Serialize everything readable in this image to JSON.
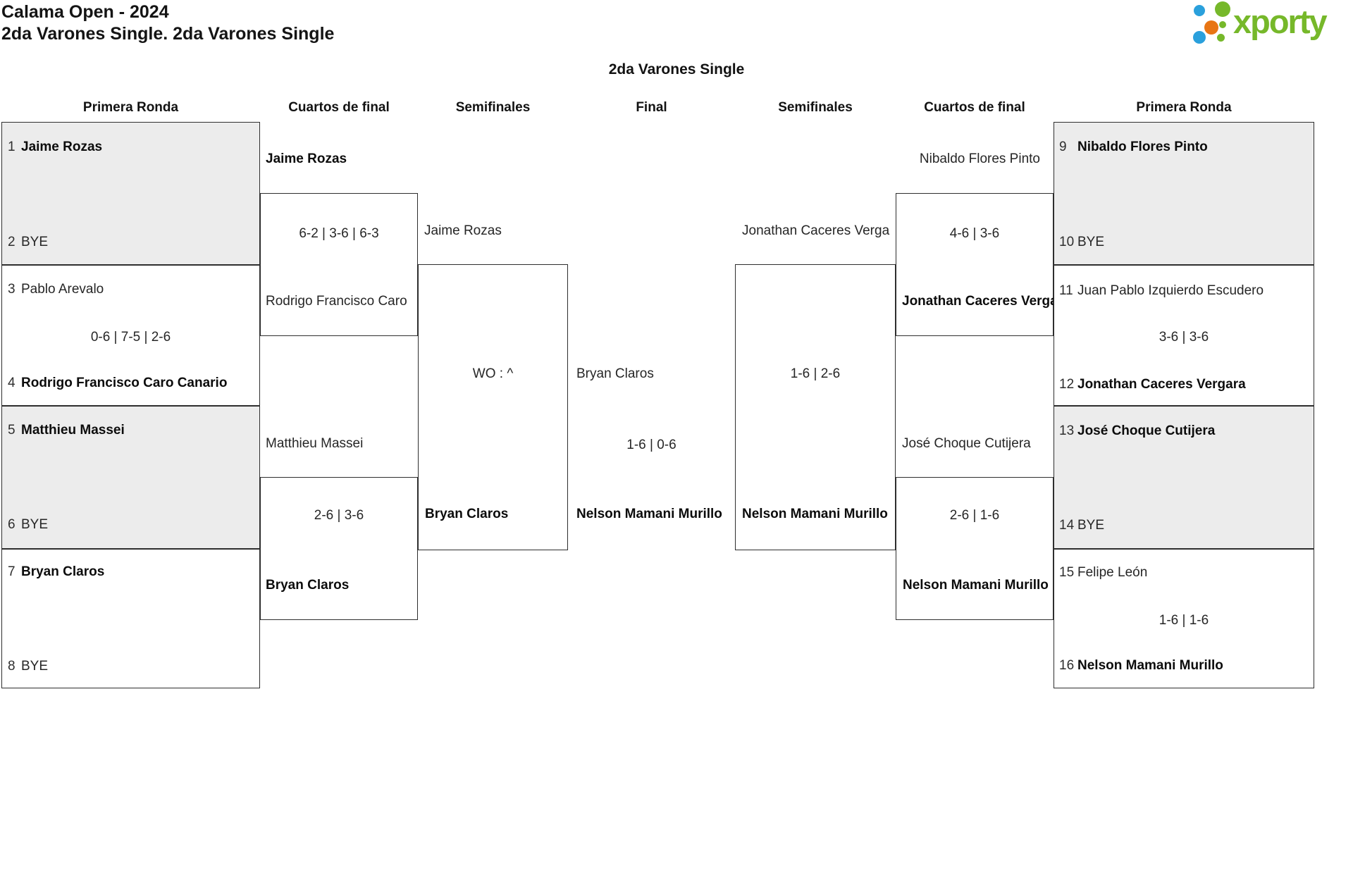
{
  "header": {
    "title": "Calama Open - 2024",
    "subtitle": "2da Varones Single. 2da Varones Single"
  },
  "logo": {
    "text": "xporty",
    "green": "#76b82a",
    "blue": "#2aa0dc",
    "orange": "#e87514"
  },
  "bracket_title": "2da Varones Single",
  "rounds": [
    "Primera Ronda",
    "Cuartos de final",
    "Semifinales",
    "Final",
    "Semifinales",
    "Cuartos de final",
    "Primera Ronda"
  ],
  "fr_left": [
    {
      "s1": "1",
      "p1": "Jaime Rozas",
      "s2": "2",
      "p2": "BYE",
      "score": ""
    },
    {
      "s1": "3",
      "p1": "Pablo Arevalo",
      "s2": "4",
      "p2": "Rodrigo Francisco Caro Canario",
      "score": "0-6 | 7-5 | 2-6"
    },
    {
      "s1": "5",
      "p1": "Matthieu Massei",
      "s2": "6",
      "p2": "BYE",
      "score": ""
    },
    {
      "s1": "7",
      "p1": "Bryan Claros",
      "s2": "8",
      "p2": "BYE",
      "score": ""
    }
  ],
  "fr_right": [
    {
      "s1": "9",
      "p1": "Nibaldo Flores Pinto",
      "s2": "10",
      "p2": "BYE",
      "score": ""
    },
    {
      "s1": "11",
      "p1": "Juan Pablo Izquierdo Escudero",
      "s2": "12",
      "p2": "Jonathan Caceres Vergara",
      "score": "3-6 | 3-6"
    },
    {
      "s1": "13",
      "p1": "José Choque Cutijera",
      "s2": "14",
      "p2": "BYE",
      "score": ""
    },
    {
      "s1": "15",
      "p1": "Felipe León",
      "s2": "16",
      "p2": "Nelson Mamani Murillo",
      "score": "1-6 | 1-6"
    }
  ],
  "qf_left": [
    {
      "p1": "Jaime Rozas",
      "score": "6-2 | 3-6 | 6-3",
      "p2": "Rodrigo Francisco Caro"
    },
    {
      "p1": "Matthieu Massei",
      "score": "2-6 | 3-6",
      "p2": "Bryan Claros"
    }
  ],
  "qf_right": [
    {
      "p1": "Nibaldo Flores Pinto",
      "score": "4-6 | 3-6",
      "p2": "Jonathan Caceres Verga"
    },
    {
      "p1": "José Choque Cutijera",
      "score": "2-6 | 1-6",
      "p2": "Nelson Mamani Murillo"
    }
  ],
  "sf_left": {
    "p1": "Jaime Rozas",
    "score": "WO : ^",
    "p2": "Bryan Claros"
  },
  "sf_right": {
    "p1": "Jonathan Caceres Verga",
    "score": "1-6 | 2-6",
    "p2": "Nelson Mamani Murillo"
  },
  "final": {
    "p1": "Bryan Claros",
    "score": "1-6 | 0-6",
    "p2": "Nelson Mamani Murillo"
  }
}
